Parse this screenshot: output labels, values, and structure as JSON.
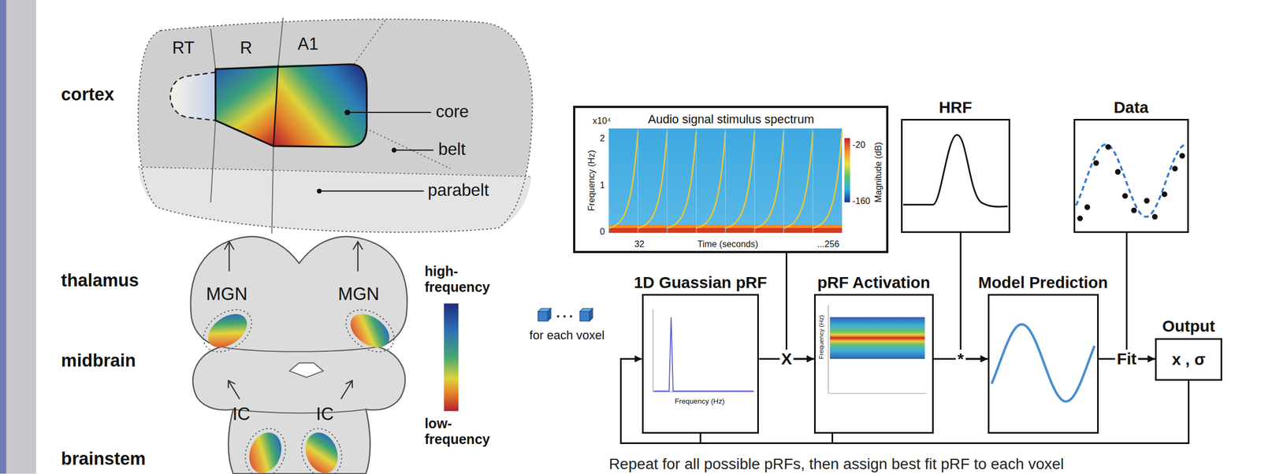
{
  "diagram": {
    "caption": "Repeat for all possible pRFs, then assign best fit pRF to each voxel",
    "nodes": [
      {
        "text": [
          "Audio signal stimulus spectrum"
        ]
      },
      {
        "text": [
          "HRF"
        ]
      },
      {
        "text": [
          "Data"
        ]
      },
      {
        "text": [
          "1D Guassian pRF"
        ]
      },
      {
        "text": [
          "pRF Activation"
        ]
      },
      {
        "text": [
          "Model Prediction"
        ]
      },
      {
        "text": [
          "Output",
          "x , σ"
        ]
      }
    ],
    "edges": [
      {
        "from": 3,
        "to": 4,
        "arrow": "to",
        "label": "X"
      },
      {
        "from": 0,
        "to": 4,
        "arrow": "to"
      },
      {
        "from": 4,
        "to": 5,
        "arrow": "to",
        "label": "*"
      },
      {
        "from": 1,
        "to": 5,
        "arrow": "to"
      },
      {
        "from": 5,
        "to": 6,
        "arrow": "to",
        "label": "Fit"
      },
      {
        "from": 2,
        "to": 6,
        "arrow": "to"
      },
      {
        "from": 6,
        "to": 3,
        "arrow": "to"
      }
    ],
    "labels": [
      "cortex",
      "thalamus",
      "midbrain",
      "brainstem",
      "RT",
      "R",
      "A1",
      "core",
      "belt",
      "parabelt",
      "MGN",
      "MGN",
      "IC",
      "IC",
      "high- frequency",
      "low- frequency",
      "x10⁴",
      "Frequency (Hz)",
      "2",
      "1",
      "0",
      "32",
      "Time (seconds)",
      "...256",
      "-20",
      "-160",
      "Magnitude (dB)",
      "Frequency (Hz)",
      "Frequency (Hz)",
      "for each voxel"
    ]
  }
}
